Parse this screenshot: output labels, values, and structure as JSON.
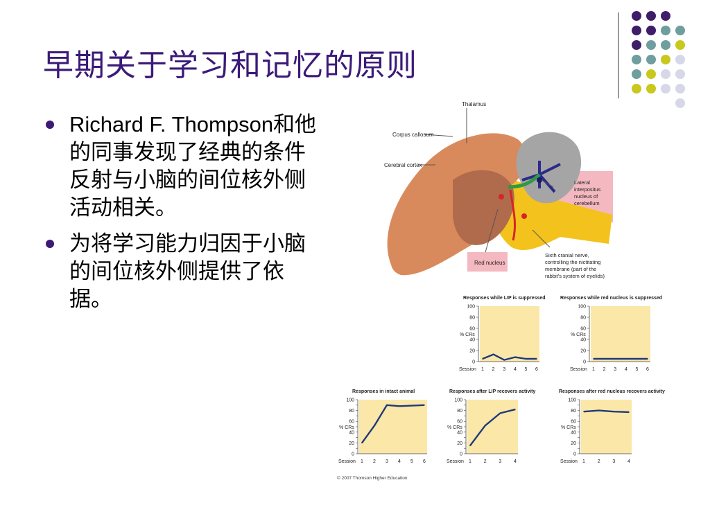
{
  "slide": {
    "title": "早期关于学习和记忆的原则",
    "bullets": [
      "Richard F. Thompson和他的同事发现了经典的条件反射与小脑的间位核外侧活动相关。",
      "为将学习能力归因于小脑的间位核外侧提供了依据。"
    ]
  },
  "colors": {
    "title": "#3b1a78",
    "dot_purple": "#3f1d68",
    "dot_teal": "#6f9e9e",
    "dot_yellow": "#c8c81e",
    "dot_lavender": "#d7d7ea",
    "plot_bg": "#fbe7a7",
    "line": "#1e3a7a"
  },
  "figure": {
    "brain_labels": {
      "thalamus": "Thalamus",
      "corpus_callosum": "Corpus callosum",
      "cerebral_cortex": "Cerebral cortex",
      "lateral_interpositus": [
        "Lateral",
        "interpositus",
        "nucleus of",
        "cerebellum"
      ],
      "red_nucleus": "Red nucleus",
      "sixth_nerve": [
        "Sixth cranial nerve,",
        "controlling the nictitating",
        "membrane (part of the",
        "rabbit's system of eyelids)"
      ]
    },
    "copyright": "© 2007 Thomson Higher Education"
  },
  "chart_data": [
    {
      "type": "line",
      "title": "Responses while LIP is suppressed",
      "x": [
        1,
        2,
        3,
        4,
        5,
        6
      ],
      "values": [
        5,
        13,
        3,
        8,
        5,
        5
      ],
      "xlabel": "Session",
      "ylabel": "% CRs",
      "yticks": [
        0,
        20,
        40,
        60,
        80,
        100
      ],
      "ylim": [
        0,
        100
      ]
    },
    {
      "type": "line",
      "title": "Responses while red nucleus is suppressed",
      "x": [
        1,
        2,
        3,
        4,
        5,
        6
      ],
      "values": [
        5,
        5,
        5,
        5,
        5,
        5
      ],
      "xlabel": "Session",
      "ylabel": "% CRs",
      "yticks": [
        0,
        20,
        40,
        60,
        80,
        100
      ],
      "ylim": [
        0,
        100
      ]
    },
    {
      "type": "line",
      "title": "Responses in intact animal",
      "x": [
        1,
        2,
        3,
        4,
        5,
        6
      ],
      "values": [
        20,
        52,
        90,
        88,
        89,
        90
      ],
      "xlabel": "Session",
      "ylabel": "% CRs",
      "yticks": [
        0,
        10,
        20,
        30,
        40,
        50,
        60,
        70,
        80,
        90,
        100
      ],
      "ylim": [
        0,
        100
      ]
    },
    {
      "type": "line",
      "title": "Responses after LIP recovers activity",
      "x": [
        1,
        2,
        3,
        4
      ],
      "values": [
        15,
        52,
        75,
        82
      ],
      "xlabel": "Session",
      "ylabel": "% CRs",
      "yticks": [
        0,
        10,
        20,
        30,
        40,
        50,
        60,
        70,
        80,
        90,
        100
      ],
      "ylim": [
        0,
        100
      ]
    },
    {
      "type": "line",
      "title": "Responses after red nucleus recovers activity",
      "x": [
        1,
        2,
        3,
        4
      ],
      "values": [
        78,
        80,
        78,
        77
      ],
      "xlabel": "Session",
      "ylabel": "% CRs",
      "yticks": [
        0,
        10,
        20,
        30,
        40,
        50,
        60,
        70,
        80,
        90,
        100
      ],
      "ylim": [
        0,
        100
      ]
    }
  ]
}
